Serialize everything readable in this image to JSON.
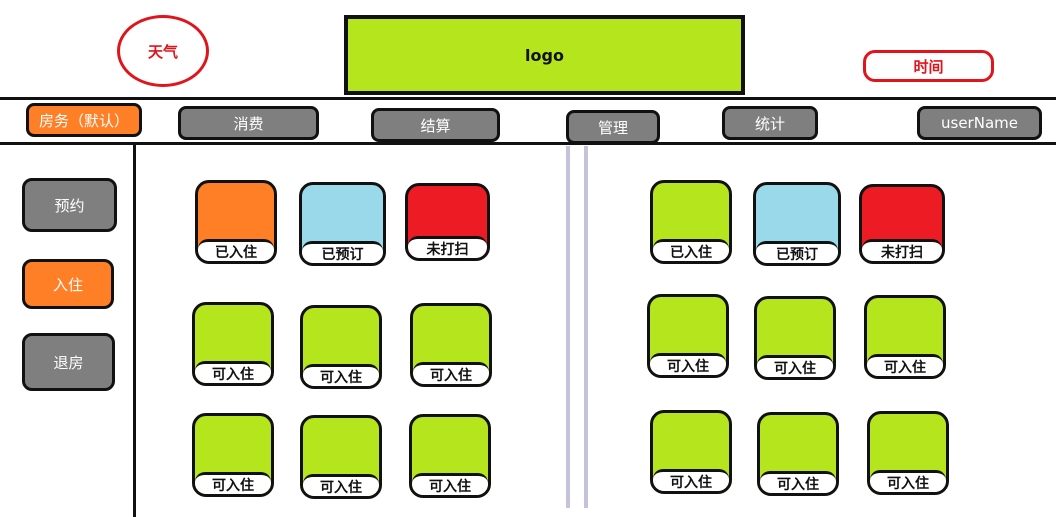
{
  "header": {
    "weather": "天气",
    "logo": "logo",
    "time": "时间"
  },
  "nav": {
    "tabs": [
      {
        "label": "房务（默认）",
        "active": true
      },
      {
        "label": "消费",
        "active": false
      },
      {
        "label": "结算",
        "active": false
      },
      {
        "label": "管理",
        "active": false
      },
      {
        "label": "统计",
        "active": false
      },
      {
        "label": "userName",
        "active": false
      }
    ]
  },
  "sidebar": {
    "items": [
      {
        "label": "预约",
        "active": false
      },
      {
        "label": "入住",
        "active": true
      },
      {
        "label": "退房",
        "active": false
      }
    ]
  },
  "colors": {
    "available": "#b5e61d",
    "occupied": "#ff7f27",
    "reserved": "#99d9ea",
    "uncleaned": "#ed1c24",
    "tab_default": "#7f7f7f",
    "tab_active": "#ff7f27",
    "alert": "#e1141b"
  },
  "panels": [
    {
      "rooms": [
        {
          "status": "已入住",
          "color": "#ff7f27"
        },
        {
          "status": "已预订",
          "color": "#99d9ea"
        },
        {
          "status": "未打扫",
          "color": "#ed1c24"
        },
        {
          "status": "可入住",
          "color": "#b5e61d"
        },
        {
          "status": "可入住",
          "color": "#b5e61d"
        },
        {
          "status": "可入住",
          "color": "#b5e61d"
        },
        {
          "status": "可入住",
          "color": "#b5e61d"
        },
        {
          "status": "可入住",
          "color": "#b5e61d"
        },
        {
          "status": "可入住",
          "color": "#b5e61d"
        }
      ]
    },
    {
      "rooms": [
        {
          "status": "已入住",
          "color": "#b5e61d"
        },
        {
          "status": "已预订",
          "color": "#99d9ea"
        },
        {
          "status": "未打扫",
          "color": "#ed1c24"
        },
        {
          "status": "可入住",
          "color": "#b5e61d"
        },
        {
          "status": "可入住",
          "color": "#b5e61d"
        },
        {
          "status": "可入住",
          "color": "#b5e61d"
        },
        {
          "status": "可入住",
          "color": "#b5e61d"
        },
        {
          "status": "可入住",
          "color": "#b5e61d"
        },
        {
          "status": "可入住",
          "color": "#b5e61d"
        }
      ]
    }
  ]
}
